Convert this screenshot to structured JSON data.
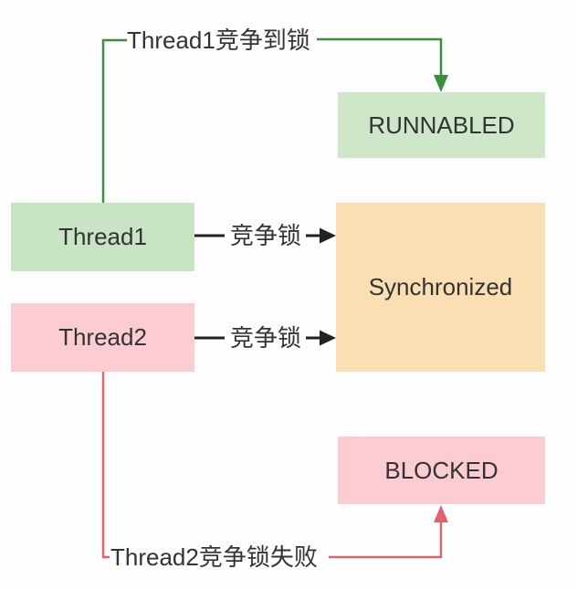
{
  "diagram": {
    "description": "Thread lock competition state diagram",
    "background": "#fefefe",
    "text_color": "#333333"
  },
  "nodes": {
    "thread1": {
      "label": "Thread1",
      "fill": "#c9e4c4"
    },
    "thread2": {
      "label": "Thread2",
      "fill": "#fbcdd3"
    },
    "runnabled": {
      "label": "RUNNABLED",
      "fill": "#cfe7c9"
    },
    "synchronized": {
      "label": "Synchronized",
      "fill": "#f9dfb1"
    },
    "blocked": {
      "label": "BLOCKED",
      "fill": "#fbcdd3"
    }
  },
  "edges": {
    "thread1_lock_acquired": {
      "label": "Thread1竞争到锁",
      "color": "#3a8e3f",
      "from": "thread1",
      "to": "runnabled"
    },
    "thread1_compete_lock": {
      "label": "竞争锁",
      "color": "#222222",
      "from": "thread1",
      "to": "synchronized"
    },
    "thread2_compete_lock": {
      "label": "竞争锁",
      "color": "#222222",
      "from": "thread2",
      "to": "synchronized"
    },
    "thread2_lock_failed": {
      "label": "Thread2竞争锁失败",
      "color": "#e0646c",
      "from": "thread2",
      "to": "blocked"
    }
  }
}
